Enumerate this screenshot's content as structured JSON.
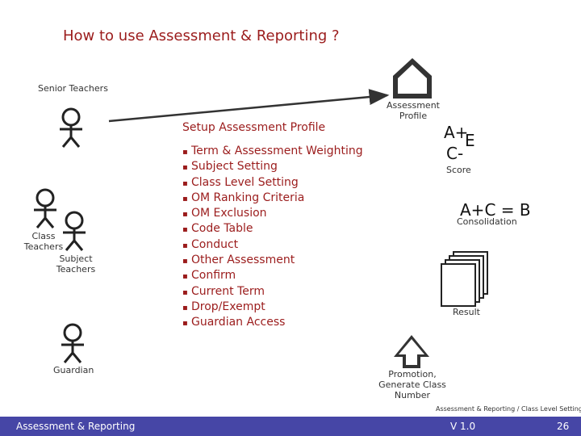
{
  "title": "How to use Assessment & Reporting ?",
  "roles": {
    "senior_teachers": "Senior Teachers",
    "class_teachers": "Class\nTeachers",
    "subject_teachers": "Subject\nTeachers",
    "guardian": "Guardian"
  },
  "profile": {
    "icon": "house-icon",
    "label": "Assessment\nProfile"
  },
  "setup": {
    "title": "Setup Assessment Profile",
    "items": [
      "Term & Assessment Weighting",
      "Subject Setting",
      "Class Level Setting",
      "OM Ranking Criteria",
      "OM Exclusion",
      "Code Table",
      "Conduct",
      "Other Assessment",
      "Confirm",
      "Current Term",
      "Drop/Exempt",
      "Guardian Access"
    ]
  },
  "score": {
    "grade_a": "A+",
    "grade_e": "E",
    "grade_c": "C-",
    "label": "Score"
  },
  "consolidation": {
    "formula": "A+C = B",
    "label": "Consolidation"
  },
  "result": {
    "icon": "documents-icon",
    "label": "Result"
  },
  "promotion": {
    "icon": "up-arrow-icon",
    "label": "Promotion,\nGenerate Class\nNumber"
  },
  "footer": {
    "left": "Assessment & Reporting",
    "center": "V 1.0",
    "right": "26",
    "note": "Assessment & Reporting / Class Level Setting"
  },
  "colors": {
    "accent": "#9b1c1c",
    "footer_bar": "#4646a6"
  }
}
